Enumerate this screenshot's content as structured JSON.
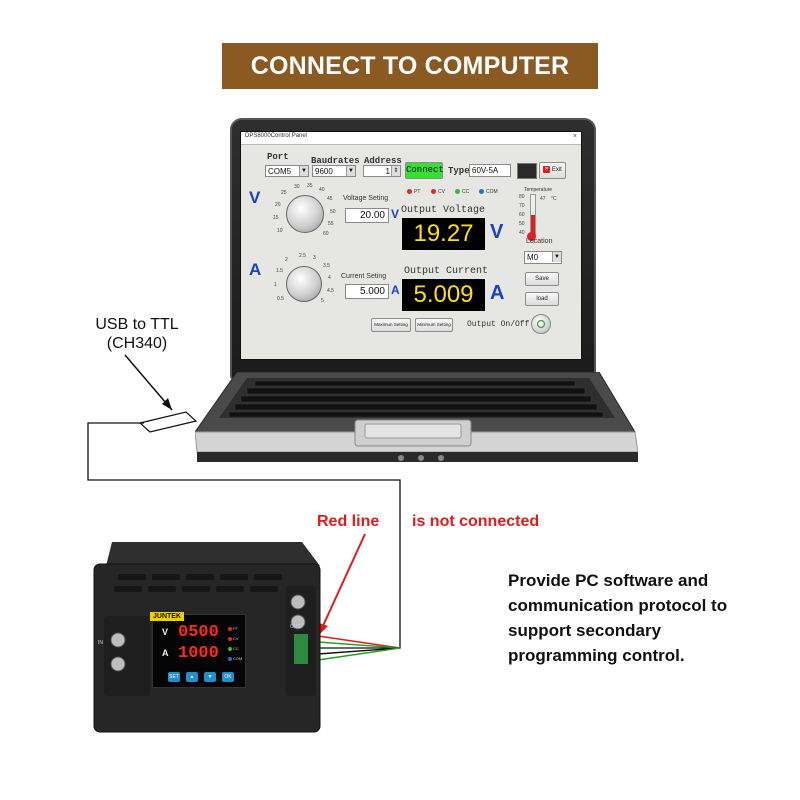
{
  "banner": {
    "title": "CONNECT TO COMPUTER"
  },
  "app": {
    "window_title": "DPS8000Control Panel",
    "window_close": "×",
    "port_label": "Port",
    "port_value": "COM5",
    "baud_label": "Baudrates",
    "baud_value": "9600",
    "address_label": "Address",
    "address_value": "1",
    "connect_label": "Connect",
    "type_label": "Type",
    "type_value": "60V-5A",
    "exit_label": "Exit",
    "indicators": [
      {
        "label": "PT",
        "color": "#e02a1e"
      },
      {
        "label": "CV",
        "color": "#e02a1e"
      },
      {
        "label": "CC",
        "color": "#2ec22e"
      },
      {
        "label": "COM",
        "color": "#1f6fe0"
      }
    ],
    "voltage_knob_symbol": "V",
    "current_knob_symbol": "A",
    "voltage_setting_label": "Voltage Seting",
    "voltage_setting_value": "20.00",
    "voltage_setting_unit": "V",
    "current_setting_label": "Current Seting",
    "current_setting_value": "5.000",
    "current_setting_unit": "A",
    "output_voltage_label": "Output Voltage",
    "output_voltage_value": "19.27",
    "output_voltage_unit": "V",
    "output_current_label": "Output Current",
    "output_current_value": "5.009",
    "output_current_unit": "A",
    "temperature_label": "Temperature",
    "temperature_unit": "°C",
    "temperature_value": "47",
    "location_label": "Location",
    "location_value": "M0",
    "save_label": "Save",
    "load_label": "load",
    "max_setting_label": "Maximun Setting",
    "min_setting_label": "Minimum Setting",
    "output_onoff_label": "Output On/Off",
    "voltage_scale": [
      "10",
      "15",
      "20",
      "25",
      "30",
      "35",
      "40",
      "45",
      "50",
      "55",
      "60"
    ],
    "current_scale": [
      "0.5",
      "1",
      "1.5",
      "2",
      "2.5",
      "3",
      "3.5",
      "4",
      "4.5",
      "5"
    ],
    "temp_scale": [
      "80",
      "70",
      "60",
      "50",
      "40"
    ]
  },
  "annotations": {
    "usb_line1": "USB to TTL",
    "usb_line2": "(CH340)",
    "red_line": "Red line",
    "not_connected": "is not connected",
    "description": "Provide PC software and communication protocol to support secondary programming control."
  },
  "device": {
    "brand": "JUNTEK",
    "voltage_display": "0500",
    "current_display": "1000",
    "voltage_unit": "V",
    "current_unit": "A",
    "leds": [
      {
        "label": "PT",
        "color": "#e02a1e"
      },
      {
        "label": "CV",
        "color": "#e02a1e"
      },
      {
        "label": "CC",
        "color": "#2ec22e"
      },
      {
        "label": "COM",
        "color": "#1f6fe0"
      }
    ],
    "buttons": [
      "SET",
      "▲",
      "▼",
      "OK"
    ],
    "terminal_label": "OUT",
    "input_label": "IN"
  }
}
